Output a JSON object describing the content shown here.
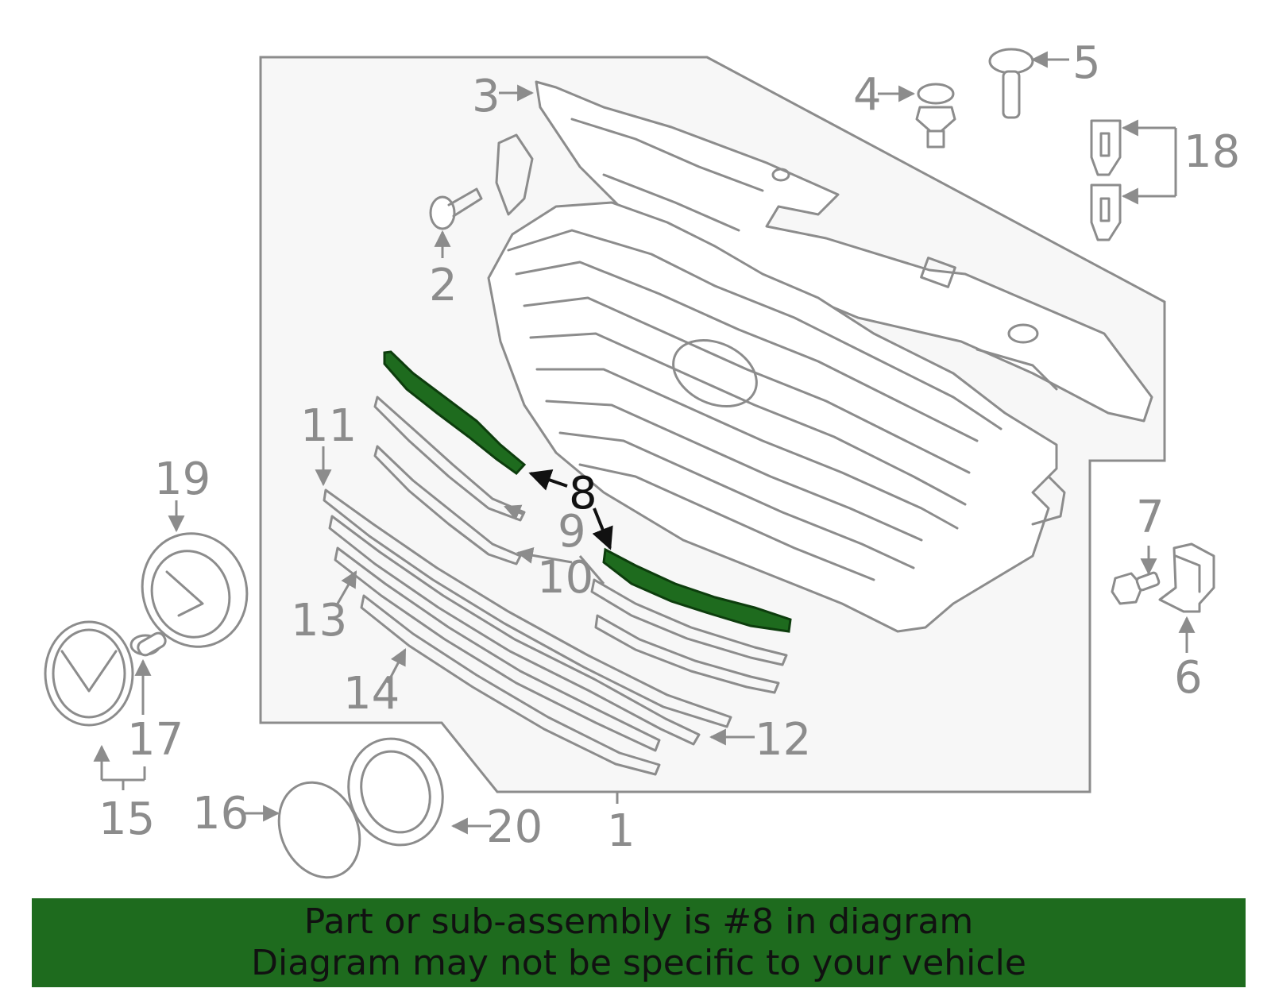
{
  "colors": {
    "highlight": "#1e6b1e",
    "outline": "#8c8c8c",
    "banner_bg": "#1e6b1e"
  },
  "callouts": {
    "c1": "1",
    "c2": "2",
    "c3": "3",
    "c4": "4",
    "c5": "5",
    "c6": "6",
    "c7": "7",
    "c8": "8",
    "c9": "9",
    "c10": "10",
    "c11": "11",
    "c12": "12",
    "c13": "13",
    "c14": "14",
    "c15": "15",
    "c16": "16",
    "c17": "17",
    "c18": "18",
    "c19": "19",
    "c20": "20"
  },
  "highlighted_part": "8",
  "banner": {
    "line1": "Part or sub-assembly is #8 in diagram",
    "line2": "Diagram may not be specific to your vehicle"
  }
}
